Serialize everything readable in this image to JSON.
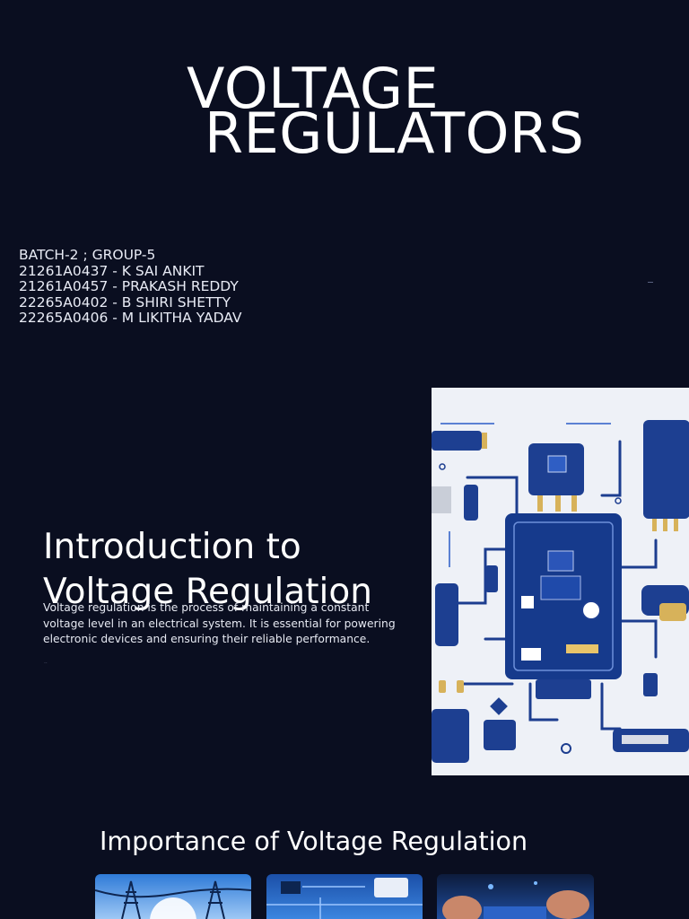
{
  "slide1": {
    "title_line1": "VOLTAGE",
    "title_line2": "REGULATORS",
    "batch_lines": [
      "BATCH-2 ; GROUP-5",
      "21261A0437 - K SAI ANKIT",
      "21261A0457 - PRAKASH REDDY",
      "22265A0402 - B SHIRI SHETTY",
      "22265A0406 - M LIKITHA YADAV"
    ]
  },
  "slide2": {
    "title": "Introduction to Voltage Regulation",
    "body": "Voltage regulation is the process of maintaining a constant voltage level in an electrical system. It is essential for powering electronic devices and ensuring their reliable performance.",
    "image_icon": "circuit-board-illustration-icon"
  },
  "slide3": {
    "title": "Importance of Voltage Regulation",
    "thumbnails": [
      "power-lines-image-icon",
      "circuit-board-image-icon",
      "electronics-repair-image-icon"
    ]
  },
  "colors": {
    "background": "#0a0e20",
    "text": "#ffffff",
    "accent_blue": "#1e3a8a"
  }
}
